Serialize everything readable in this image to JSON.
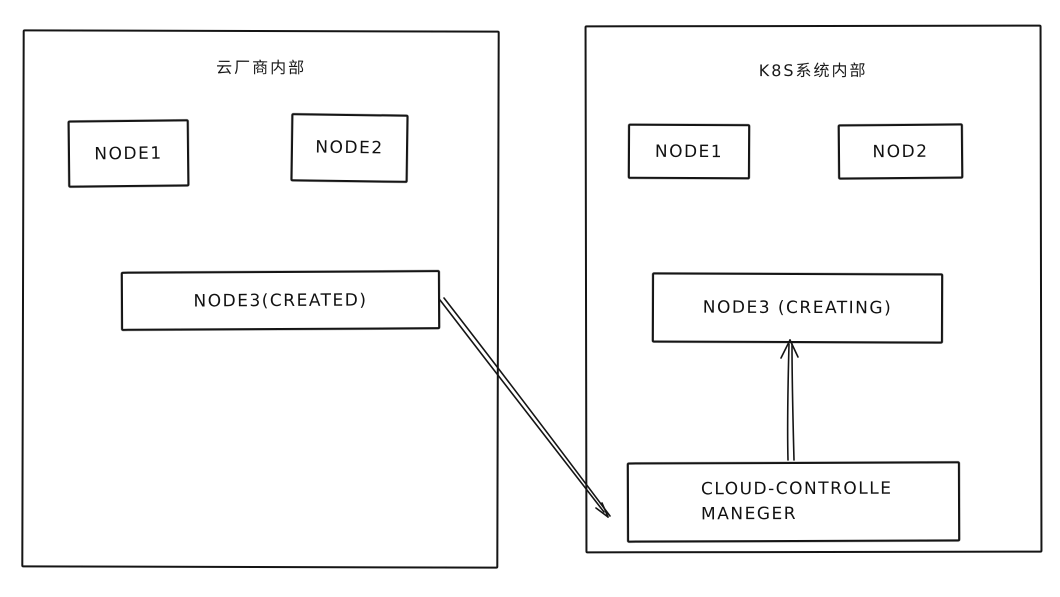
{
  "left_panel": {
    "title": "云厂商内部",
    "node1": "NODE1",
    "node2": "NODE2",
    "node3": "NODE3(CREATED)"
  },
  "right_panel": {
    "title": "K8S系统内部",
    "node1": "NODE1",
    "node2": "NOD2",
    "node3": "NODE3 (CREATING)",
    "ccm_line1": "CLOUD-CONTROLLE",
    "ccm_line2": "MANEGER"
  }
}
